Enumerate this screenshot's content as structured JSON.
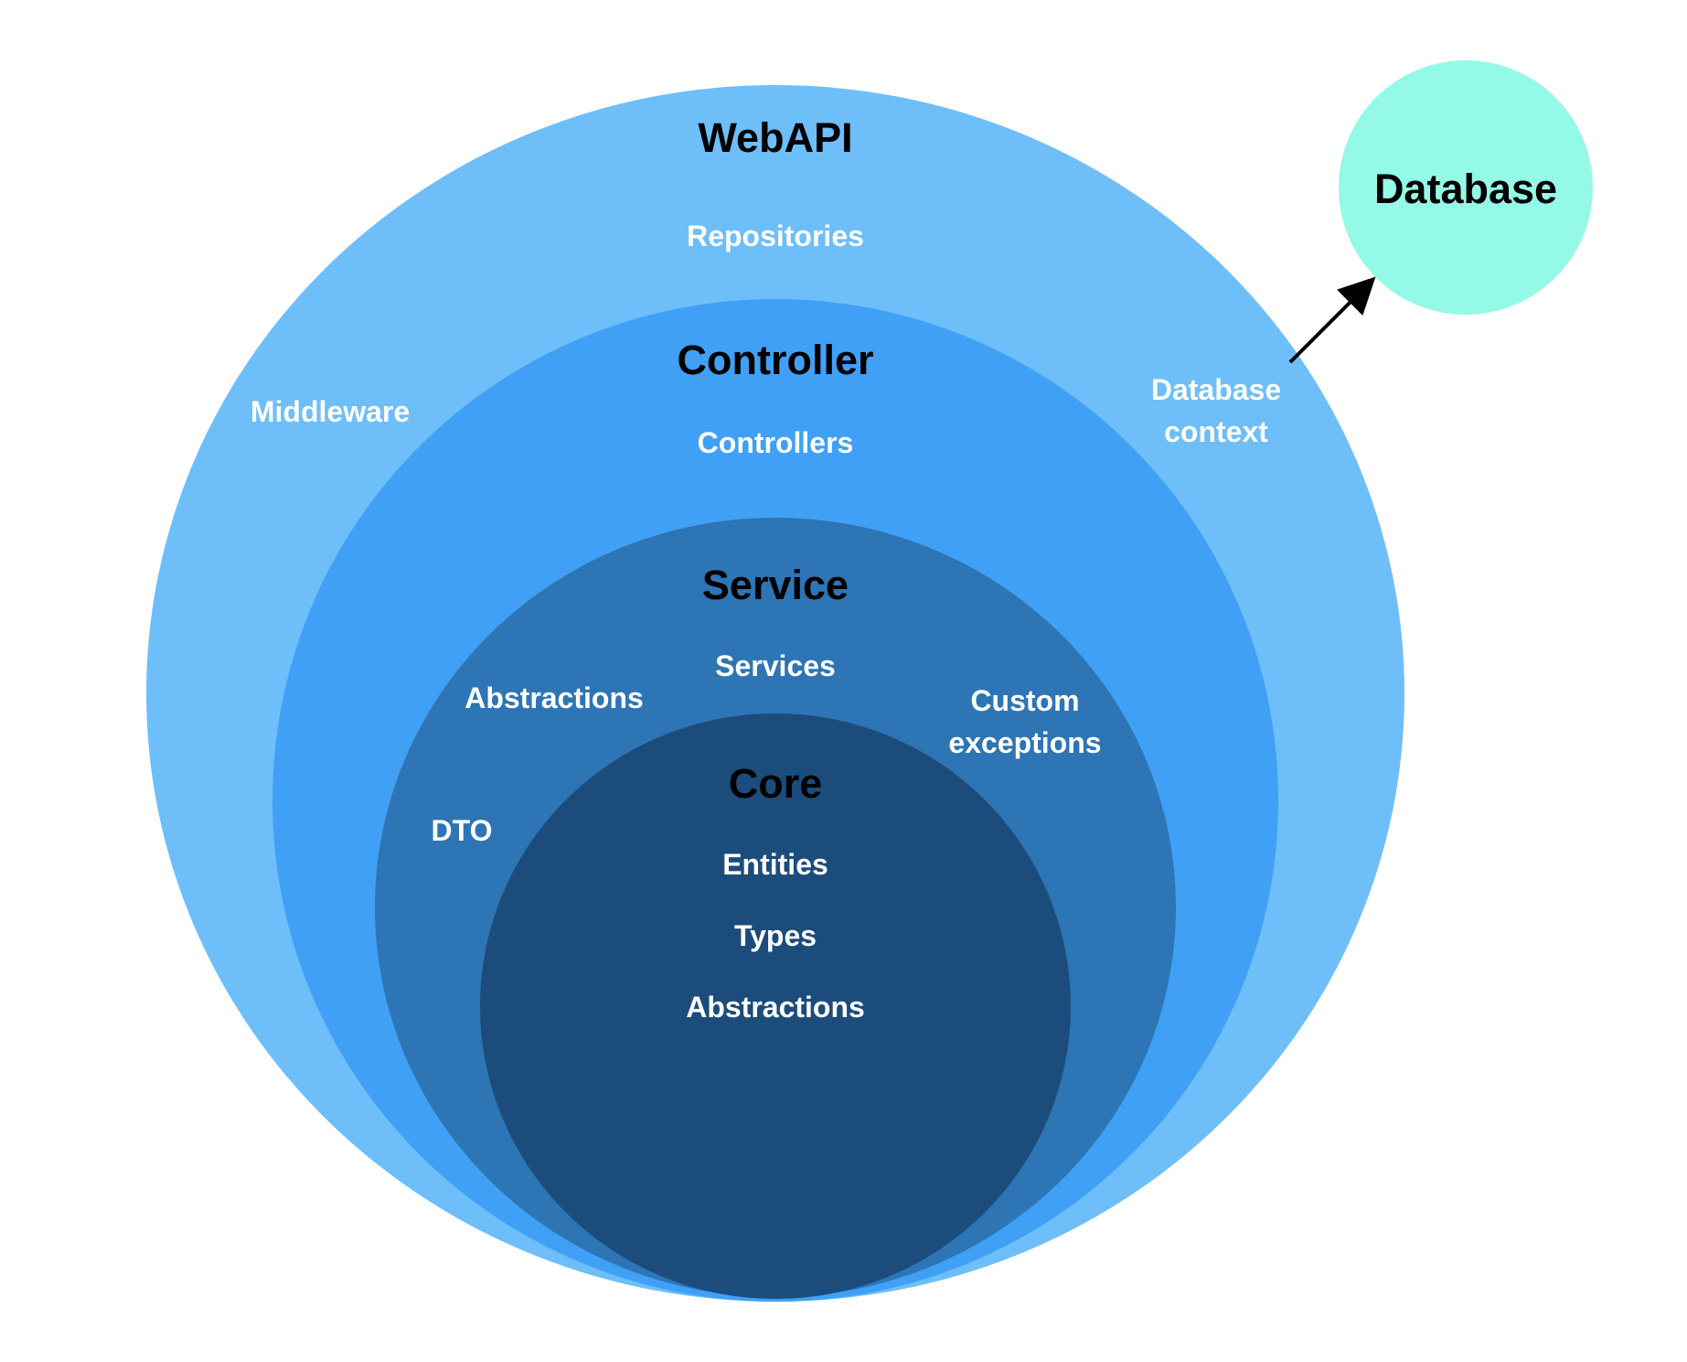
{
  "colors": {
    "webapi": "#6EBEF9",
    "controller": "#3FA0F6",
    "service": "#2D75B4",
    "core": "#1B4C7B",
    "database": "#94F9E6",
    "arrow": "#000000"
  },
  "layers": {
    "webapi": {
      "title": "WebAPI",
      "repositories": "Repositories",
      "middleware": "Middleware",
      "database_context_line1": "Database",
      "database_context_line2": "context"
    },
    "controller": {
      "title": "Controller",
      "controllers": "Controllers"
    },
    "service": {
      "title": "Service",
      "services": "Services",
      "abstractions": "Abstractions",
      "dto": "DTO",
      "custom_exceptions_line1": "Custom",
      "custom_exceptions_line2": "exceptions"
    },
    "core": {
      "title": "Core",
      "entities": "Entities",
      "types": "Types",
      "abstractions": "Abstractions"
    }
  },
  "database": {
    "title": "Database"
  }
}
